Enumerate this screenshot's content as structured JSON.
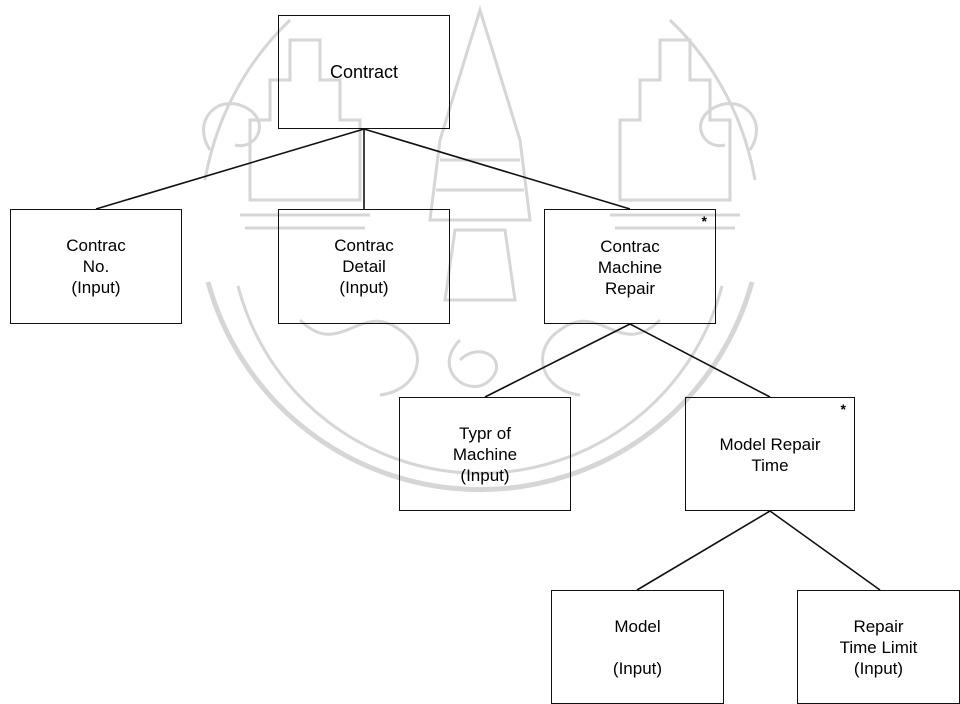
{
  "nodes": {
    "contract": {
      "label": "Contract"
    },
    "contrac_no": {
      "label": "Contrac\nNo.\n(Input)"
    },
    "contrac_detail": {
      "label": "Contrac\nDetail\n(Input)"
    },
    "contrac_machine_repair": {
      "label": "Contrac\nMachine\nRepair",
      "marker": "*"
    },
    "typr_of_machine": {
      "label": "Typr of\nMachine\n(Input)"
    },
    "model_repair_time": {
      "label": "Model Repair\nTime",
      "marker": "*"
    },
    "model": {
      "label": "Model\n\n(Input)"
    },
    "repair_time_limit": {
      "label": "Repair\nTime Limit\n(Input)"
    }
  },
  "edges": [
    {
      "from": "contract",
      "to": "contrac_no"
    },
    {
      "from": "contract",
      "to": "contrac_detail"
    },
    {
      "from": "contract",
      "to": "contrac_machine_repair"
    },
    {
      "from": "contrac_machine_repair",
      "to": "typr_of_machine"
    },
    {
      "from": "contrac_machine_repair",
      "to": "model_repair_time"
    },
    {
      "from": "model_repair_time",
      "to": "model"
    },
    {
      "from": "model_repair_time",
      "to": "repair_time_limit"
    }
  ],
  "watermark": {
    "kind": "university-seal",
    "color": "#d3d3d3"
  }
}
